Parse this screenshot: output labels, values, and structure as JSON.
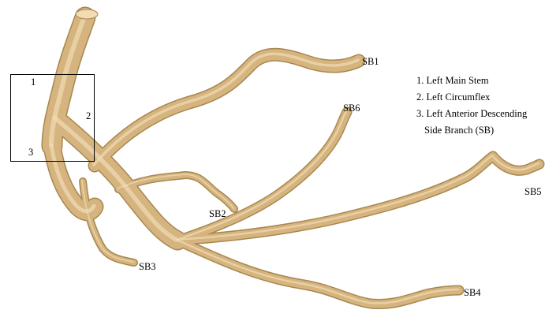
{
  "colors": {
    "vessel": "#d5b47f",
    "vessel_shadow": "#a8874e",
    "vessel_highlight": "#f1dcb4",
    "box": "#000000"
  },
  "markers": {
    "m1": "1",
    "m2": "2",
    "m3": "3"
  },
  "branches": {
    "sb1": "SB1",
    "sb2": "SB2",
    "sb3": "SB3",
    "sb4": "SB4",
    "sb5": "SB5",
    "sb6": "SB6"
  },
  "legend": {
    "item1": "1. Left Main Stem",
    "item2": "2. Left Circumflex",
    "item3": "3. Left Anterior Descending",
    "item4": "Side Branch (SB)"
  }
}
